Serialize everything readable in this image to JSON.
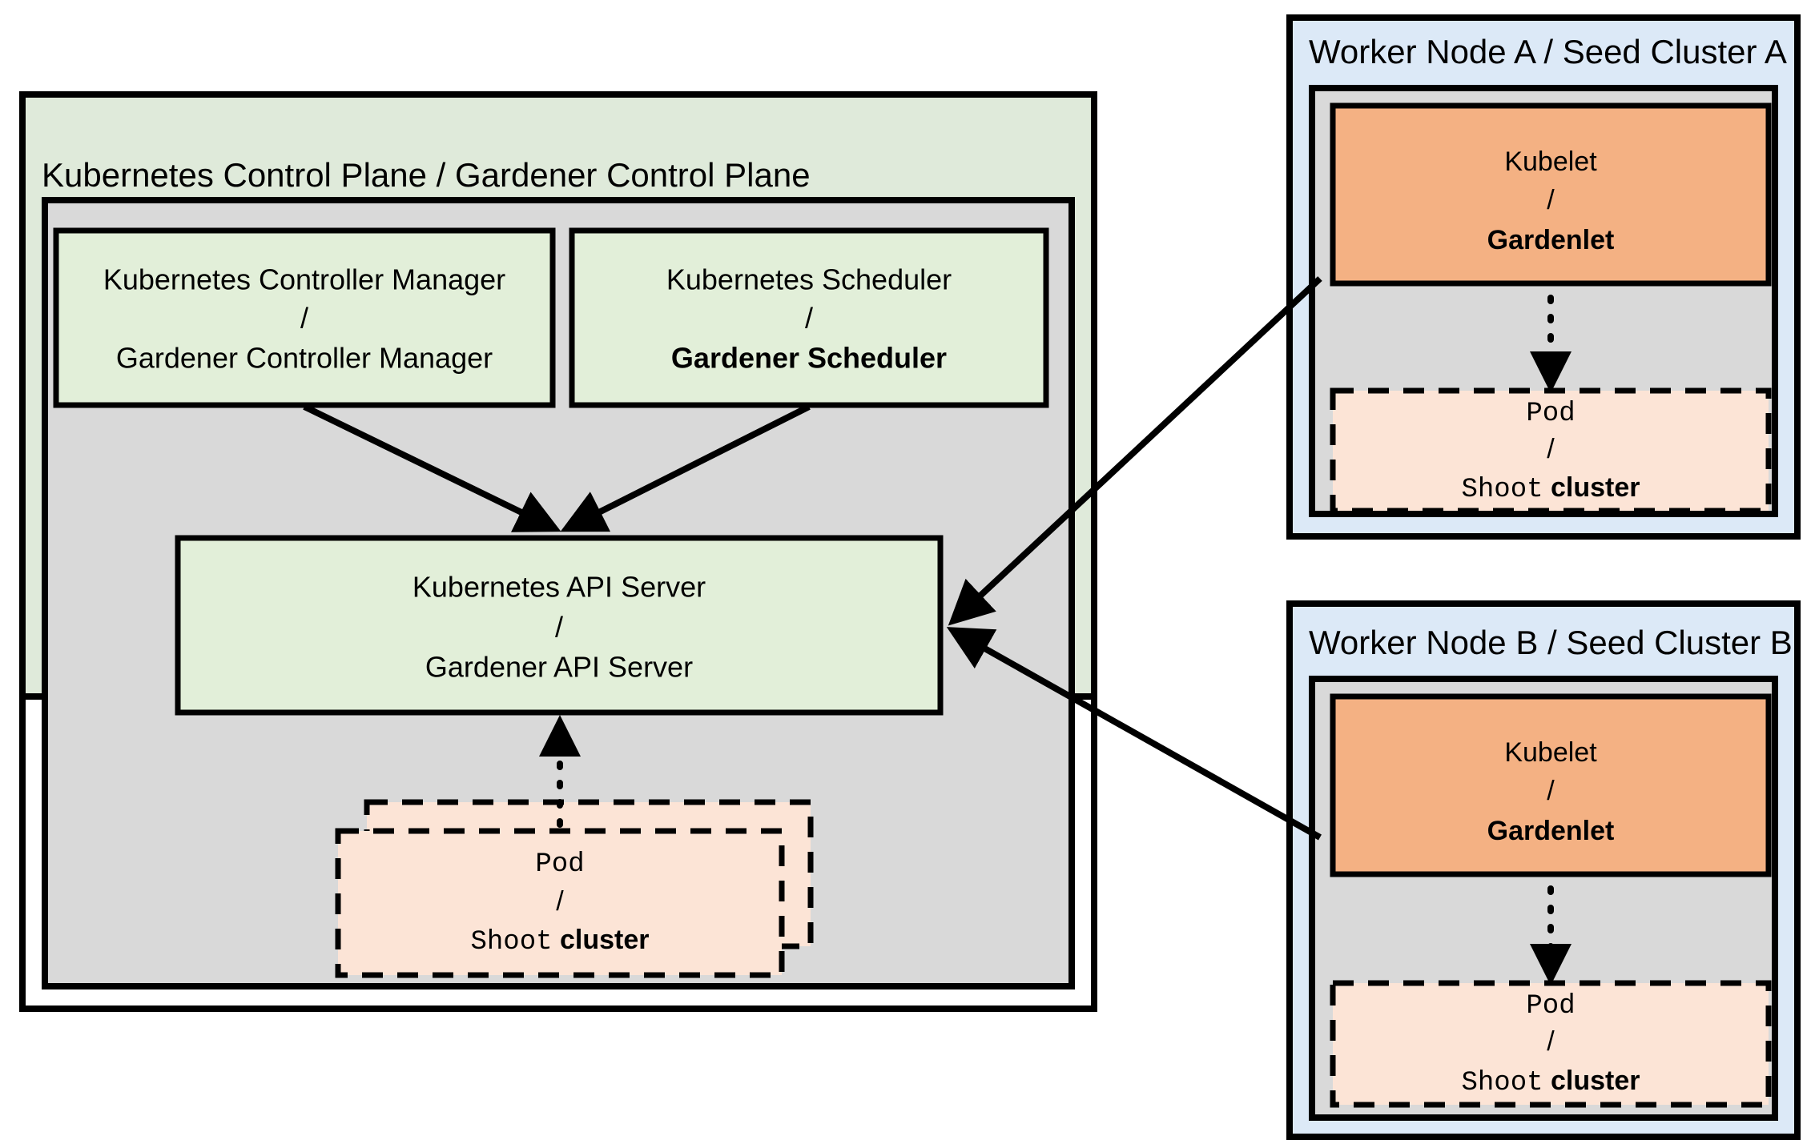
{
  "diagram": {
    "title": "Gardener architecture: Kubernetes control plane and seed clusters",
    "colors": {
      "control_plane_fill": "#dfeada",
      "inner_panel_fill": "#d9d9d9",
      "component_fill": "#e2efd9",
      "worker_node_fill": "#dce9f7",
      "kubelet_fill": "#f4b183",
      "pod_fill": "#fce4d6",
      "stroke": "#000000",
      "background": "#ffffff"
    },
    "control_plane": {
      "title": "Kubernetes Control Plane / Gardener Control Plane",
      "components": [
        {
          "name": "controller-manager",
          "line1": "Kubernetes Controller Manager",
          "separator": "/",
          "line2": "Gardener Controller Manager",
          "line2_bold": false
        },
        {
          "name": "scheduler",
          "line1": "Kubernetes Scheduler",
          "separator": "/",
          "line2": "Gardener Scheduler",
          "line2_bold": true
        },
        {
          "name": "api-server",
          "line1": "Kubernetes API Server",
          "separator": "/",
          "line2": "Gardener API Server",
          "line2_bold": false
        }
      ],
      "pod": {
        "line1": "Pod",
        "separator": "/",
        "line2_mono": "Shoot",
        "line2_bold": "cluster"
      }
    },
    "worker_nodes": [
      {
        "id": "worker-node-a",
        "title": "Worker Node A / Seed Cluster A",
        "kubelet": {
          "line1": "Kubelet",
          "separator": "/",
          "line2": "Gardenlet",
          "line2_bold": true
        },
        "pod": {
          "line1": "Pod",
          "separator": "/",
          "line2_mono": "Shoot",
          "line2_bold": "cluster"
        }
      },
      {
        "id": "worker-node-b",
        "title": "Worker Node B / Seed Cluster B",
        "kubelet": {
          "line1": "Kubelet",
          "separator": "/",
          "line2": "Gardenlet",
          "line2_bold": true
        },
        "pod": {
          "line1": "Pod",
          "separator": "/",
          "line2_mono": "Shoot",
          "line2_bold": "cluster"
        }
      }
    ],
    "connections": [
      {
        "name": "controller-manager-to-api-server",
        "style": "solid",
        "direction": "down-right"
      },
      {
        "name": "scheduler-to-api-server",
        "style": "solid",
        "direction": "down-left"
      },
      {
        "name": "pod-to-api-server",
        "style": "dotted",
        "direction": "up"
      },
      {
        "name": "gardenlet-a-to-api-server",
        "style": "solid",
        "direction": "down-left"
      },
      {
        "name": "gardenlet-b-to-api-server",
        "style": "solid",
        "direction": "up-left"
      },
      {
        "name": "gardenlet-a-to-pod-a",
        "style": "dotted",
        "direction": "down"
      },
      {
        "name": "gardenlet-b-to-pod-b",
        "style": "dotted",
        "direction": "down"
      }
    ]
  }
}
